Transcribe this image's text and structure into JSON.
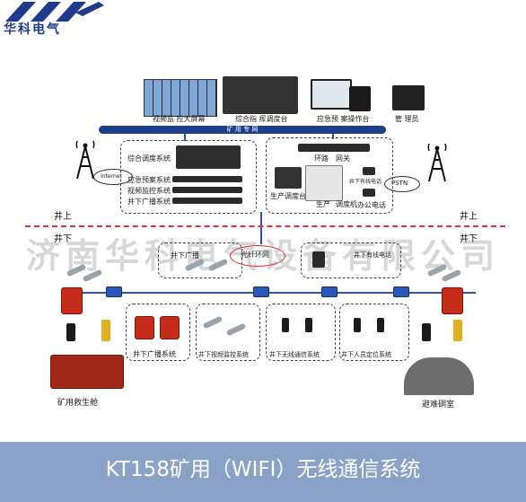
{
  "logo": {
    "company": "华科电气"
  },
  "title": "KT158矿用（WIFI）无线通信系统",
  "watermark": "济南华科电气设备有限公司",
  "bus_label": "矿 用 专 网",
  "zones": {
    "above_left": "井上",
    "above_right": "井上",
    "below_left": "井下",
    "below_right": "井下"
  },
  "top_devices": {
    "video_wall": "视频监 控大屏幕",
    "dispatch_desk": "综合指 挥调度台",
    "emergency_console": "应急预 案操作台",
    "rack_server": "管 理员"
  },
  "left_box": {
    "items": [
      "综合调度系统",
      "应急预案系统",
      "视频监控系统",
      "井下广播系统"
    ]
  },
  "internet_label": "Internet",
  "pstn_label": "PSTN",
  "center_box": {
    "ring_switch": "环路",
    "gateway": "网关",
    "dispatch_console": "生产调度台",
    "dispatch_machine": "调度机",
    "production_phone": "生产",
    "wired_phone": "井下有线电话",
    "office_phone": "办公电话"
  },
  "underground": {
    "optical_ring": "光纤环网",
    "broadcast_small": "井下广播",
    "wired_phone_small": "井下有线电话",
    "sub_broadcast": "井下广播系统",
    "sub_video": "井下视频监控系统",
    "sub_wireless": "井下无线通信系统",
    "sub_positioning": "井下人员定位系统",
    "rescue_cabin": "矿用救生舱",
    "refuge_chamber": "避难硐室"
  },
  "colors": {
    "banner": "#8aa2c8",
    "bus": "#1e3e8c",
    "ground_line": "#dd3333",
    "logo": "#1f3b8f"
  }
}
